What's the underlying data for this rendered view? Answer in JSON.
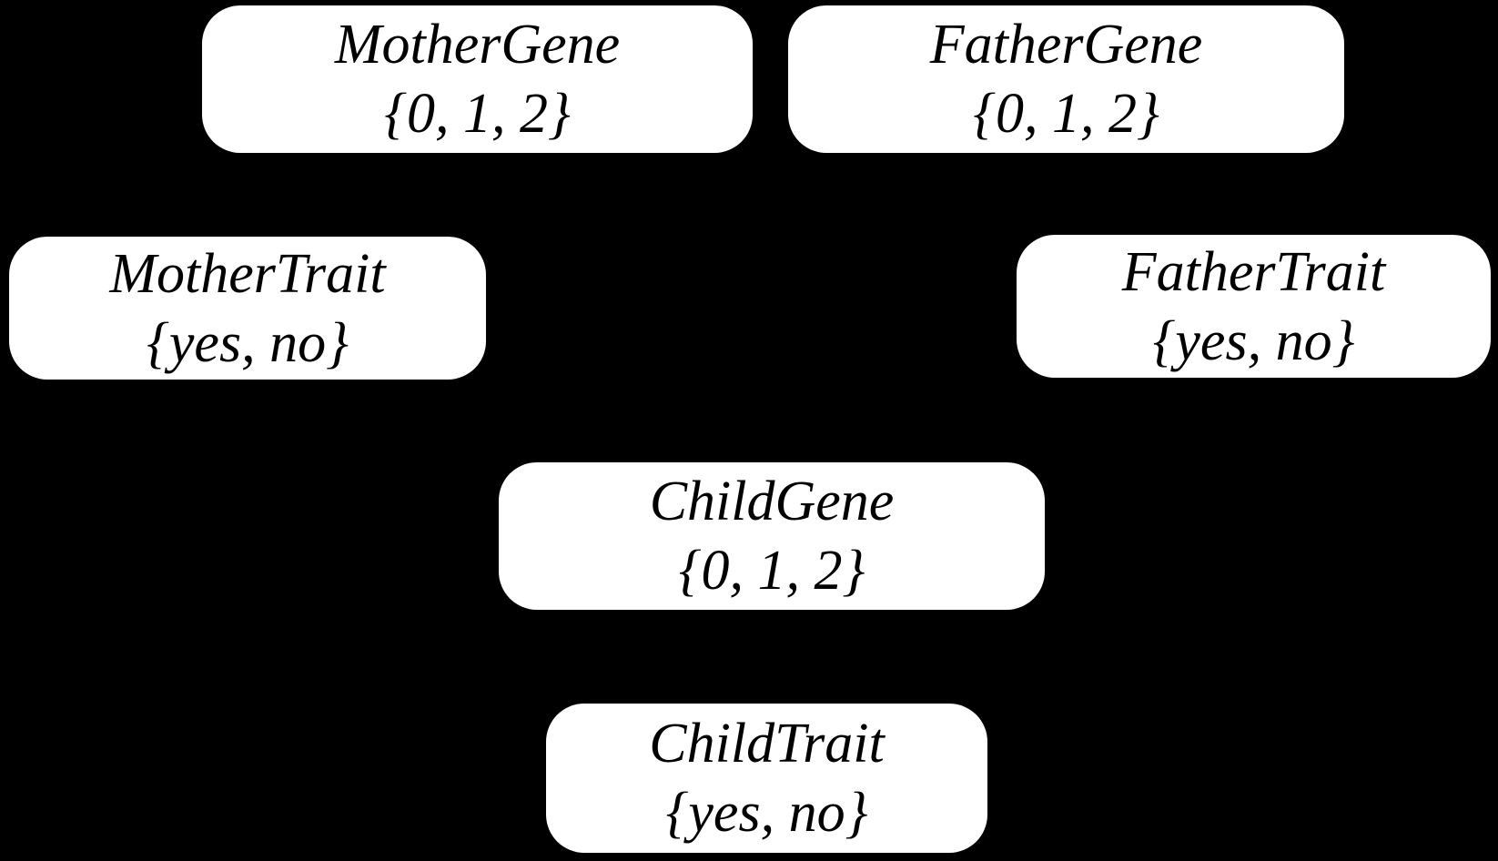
{
  "diagram": {
    "kind": "bayesian-network-nodes",
    "background_color": "#000000",
    "node_fill_color": "#ffffff",
    "node_text_color": "#000000",
    "nodes": {
      "mother_gene": {
        "label": "MotherGene",
        "domain": "{0, 1, 2}"
      },
      "father_gene": {
        "label": "FatherGene",
        "domain": "{0, 1, 2}"
      },
      "mother_trait": {
        "label": "MotherTrait",
        "domain": "{yes, no}"
      },
      "father_trait": {
        "label": "FatherTrait",
        "domain": "{yes, no}"
      },
      "child_gene": {
        "label": "ChildGene",
        "domain": "{0, 1, 2}"
      },
      "child_trait": {
        "label": "ChildTrait",
        "domain": "{yes, no}"
      }
    }
  }
}
